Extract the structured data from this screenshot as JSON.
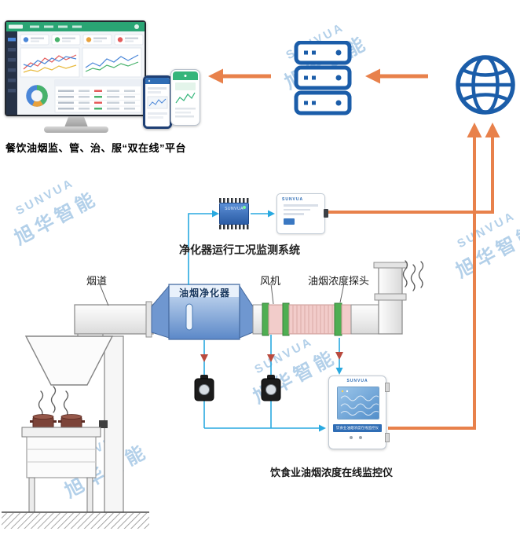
{
  "brand": {
    "en": "SUNVUA",
    "cn": "旭华智能"
  },
  "platform": {
    "caption": "餐饮油烟监、管、治、服“双在线”平台"
  },
  "labels": {
    "monitor_system": "净化器运行工况监测系统",
    "online_monitor": "饮食业油烟浓度在线监控仪",
    "duct": "烟道",
    "purifier": "油烟净化器",
    "fan": "风机",
    "probe": "油烟浓度探头"
  },
  "icons": {
    "servers": "server-stack-icon",
    "globe": "globe-icon",
    "arrows": "data-flow-arrow",
    "ct_sensor": "current-clamp-sensor"
  },
  "colors": {
    "arrow_orange": "#E8814B",
    "icon_blue": "#1B5DA9",
    "signal_blue": "#29A9E0",
    "watermark_blue": "#A6C8E6",
    "purifier_blue": "#5B88C8",
    "dashboard_green": "#2AA574",
    "flange_green": "#4FAE52",
    "duct_pink": "#F2CCCA"
  }
}
